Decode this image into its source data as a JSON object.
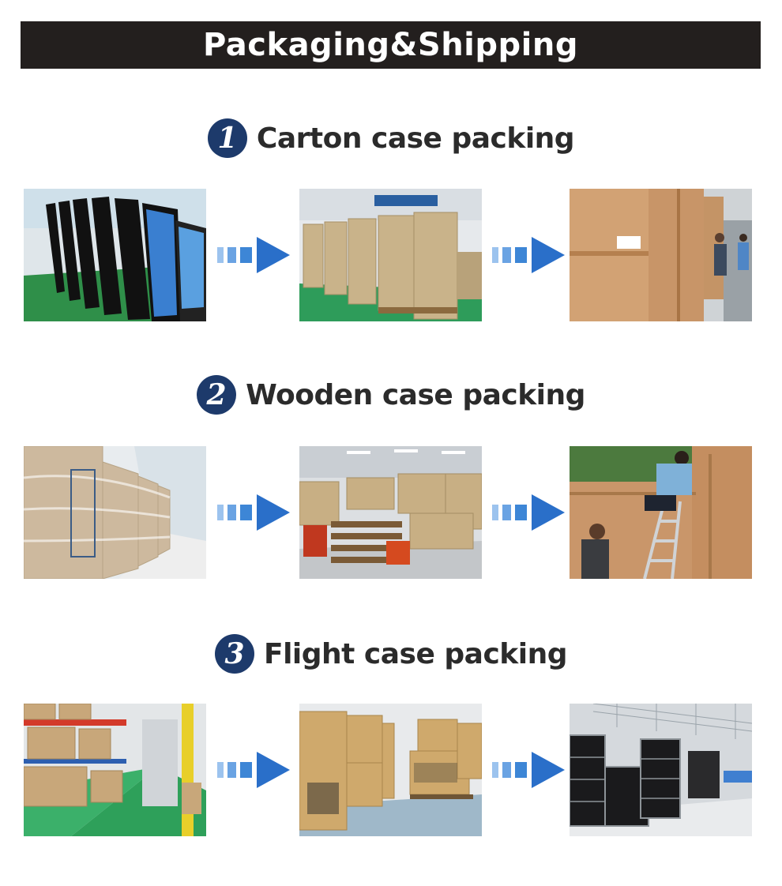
{
  "header": {
    "title": "Packaging&Shipping"
  },
  "sections": [
    {
      "number": "1",
      "title": "Carton case packing"
    },
    {
      "number": "2",
      "title": "Wooden case packing"
    },
    {
      "number": "3",
      "title": "Flight case packing"
    }
  ],
  "colors": {
    "banner": "#231f1e",
    "badge": "#1d3a6b",
    "arrow": "#2a6fc9"
  }
}
